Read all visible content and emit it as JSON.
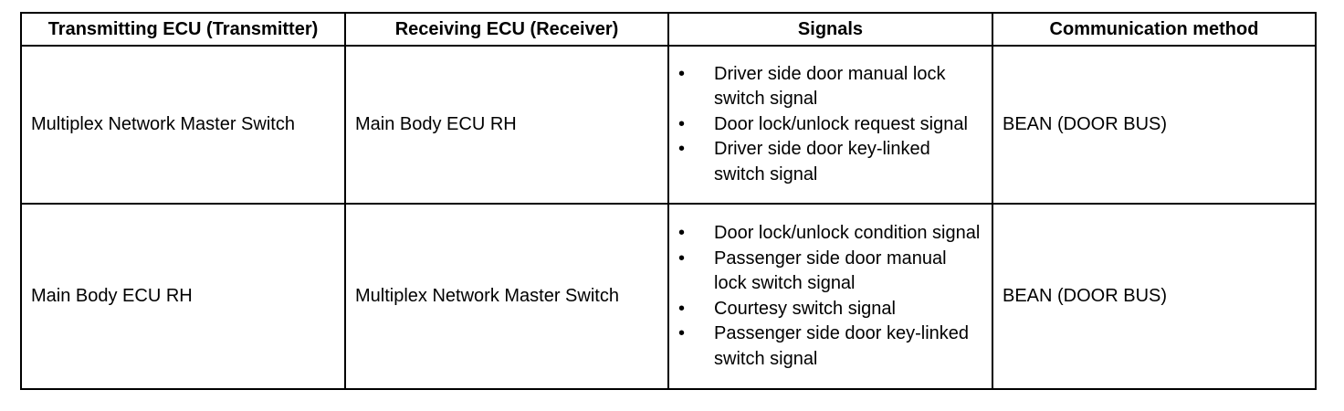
{
  "table": {
    "headers": [
      "Transmitting ECU (Transmitter)",
      "Receiving ECU (Receiver)",
      "Signals",
      "Communication method"
    ],
    "rows": [
      {
        "transmitter": "Multiplex Network Master Switch",
        "receiver": "Main Body ECU RH",
        "signals": [
          "Driver side door manual lock switch signal",
          "Door lock/unlock request signal",
          "Driver side door key-linked switch signal"
        ],
        "method": "BEAN (DOOR BUS)"
      },
      {
        "transmitter": "Main Body ECU RH",
        "receiver": "Multiplex Network Master Switch",
        "signals": [
          "Door lock/unlock condition signal",
          "Passenger side door manual lock switch signal",
          "Courtesy switch signal",
          "Passenger side door key-linked switch signal"
        ],
        "method": "BEAN (DOOR BUS)"
      }
    ],
    "bullet_glyph": "•"
  }
}
